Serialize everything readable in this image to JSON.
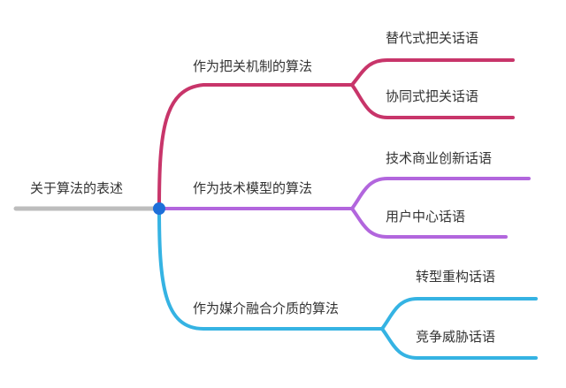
{
  "mindmap": {
    "root": {
      "label": "关于算法的表述",
      "color": "#bdbdbd",
      "node_color": "#1e6fd9"
    },
    "branches": [
      {
        "label": "作为把关机制的算法",
        "color": "#c8356a",
        "children": [
          {
            "label": "替代式把关话语"
          },
          {
            "label": "协同式把关话语"
          }
        ]
      },
      {
        "label": "作为技术模型的算法",
        "color": "#b266dd",
        "children": [
          {
            "label": "技术商业创新话语"
          },
          {
            "label": "用户中心话语"
          }
        ]
      },
      {
        "label": "作为媒介融合介质的算法",
        "color": "#35b3e3",
        "children": [
          {
            "label": "转型重构话语"
          },
          {
            "label": "竞争威胁话语"
          }
        ]
      }
    ]
  }
}
